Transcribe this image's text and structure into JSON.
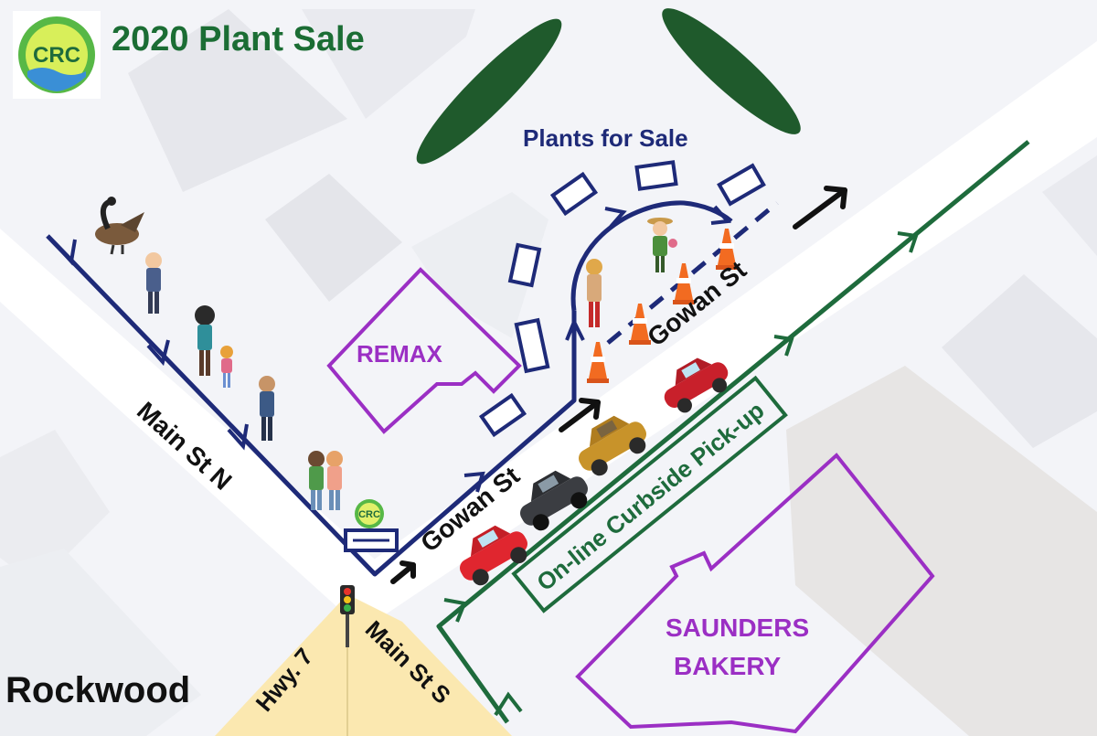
{
  "header": {
    "title": "2020 Plant Sale",
    "logo_text": "CRC"
  },
  "town_label": "Rockwood",
  "streets": {
    "main_n": "Main St N",
    "main_s": "Main St S",
    "hwy": "Hwy. 7",
    "gowan_lower": "Gowan St",
    "gowan_upper": "Gowan St"
  },
  "buildings": {
    "remax": "REMAX",
    "saunders_line1": "SAUNDERS",
    "saunders_line2": "BAKERY"
  },
  "zones": {
    "plants_for_sale": "Plants for Sale",
    "curbside": "On-line Curbside Pick-up",
    "stand_logo_text": "CRC"
  },
  "colors": {
    "background": "#f3f4f8",
    "road": "#ffffff",
    "highway": "#fbe8b0",
    "walking_route": "#1e2a78",
    "driving_route": "#1e6b3c",
    "building_outline": "#9b2fc4",
    "title_green": "#1b6d34",
    "hedge": "#1f5a2c"
  },
  "icons": [
    "crc-logo-icon",
    "goose-icon",
    "person-icon",
    "plant-vendor-icon",
    "traffic-cone-icon",
    "car-icon",
    "traffic-light-icon",
    "arrow-icon"
  ]
}
